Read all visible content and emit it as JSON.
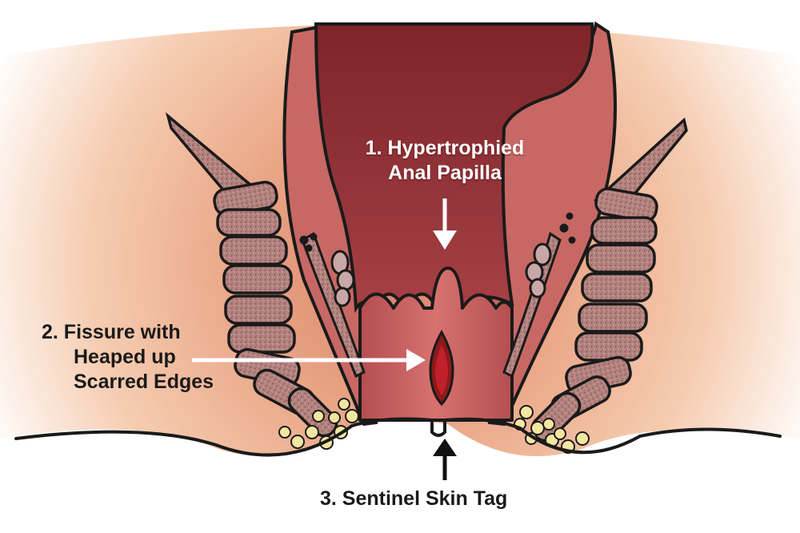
{
  "labels": {
    "papilla": {
      "line1": "1. Hypertrophied",
      "line2": "Anal Papilla"
    },
    "fissure": {
      "line1": "2. Fissure with",
      "line2": "Heaped up",
      "line3": "Scarred Edges"
    },
    "skin_tag": {
      "line1": "3. Sentinel Skin Tag"
    }
  },
  "colors": {
    "skin_outer": "#fbe3cf",
    "skin_mid": "#f0b692",
    "skin_inner": "#e09070",
    "canal_wall": "#d3716d",
    "canal_lumen": "#8e2f33",
    "canal_light": "#c65a5c",
    "muscle": "#b98582",
    "fat": "#f3e6a0",
    "fissure": "#8c1a1a",
    "fissure_core": "#c0202a",
    "outline": "#1a1a1a",
    "arrow_white": "#ffffff",
    "arrow_black": "#111111"
  }
}
